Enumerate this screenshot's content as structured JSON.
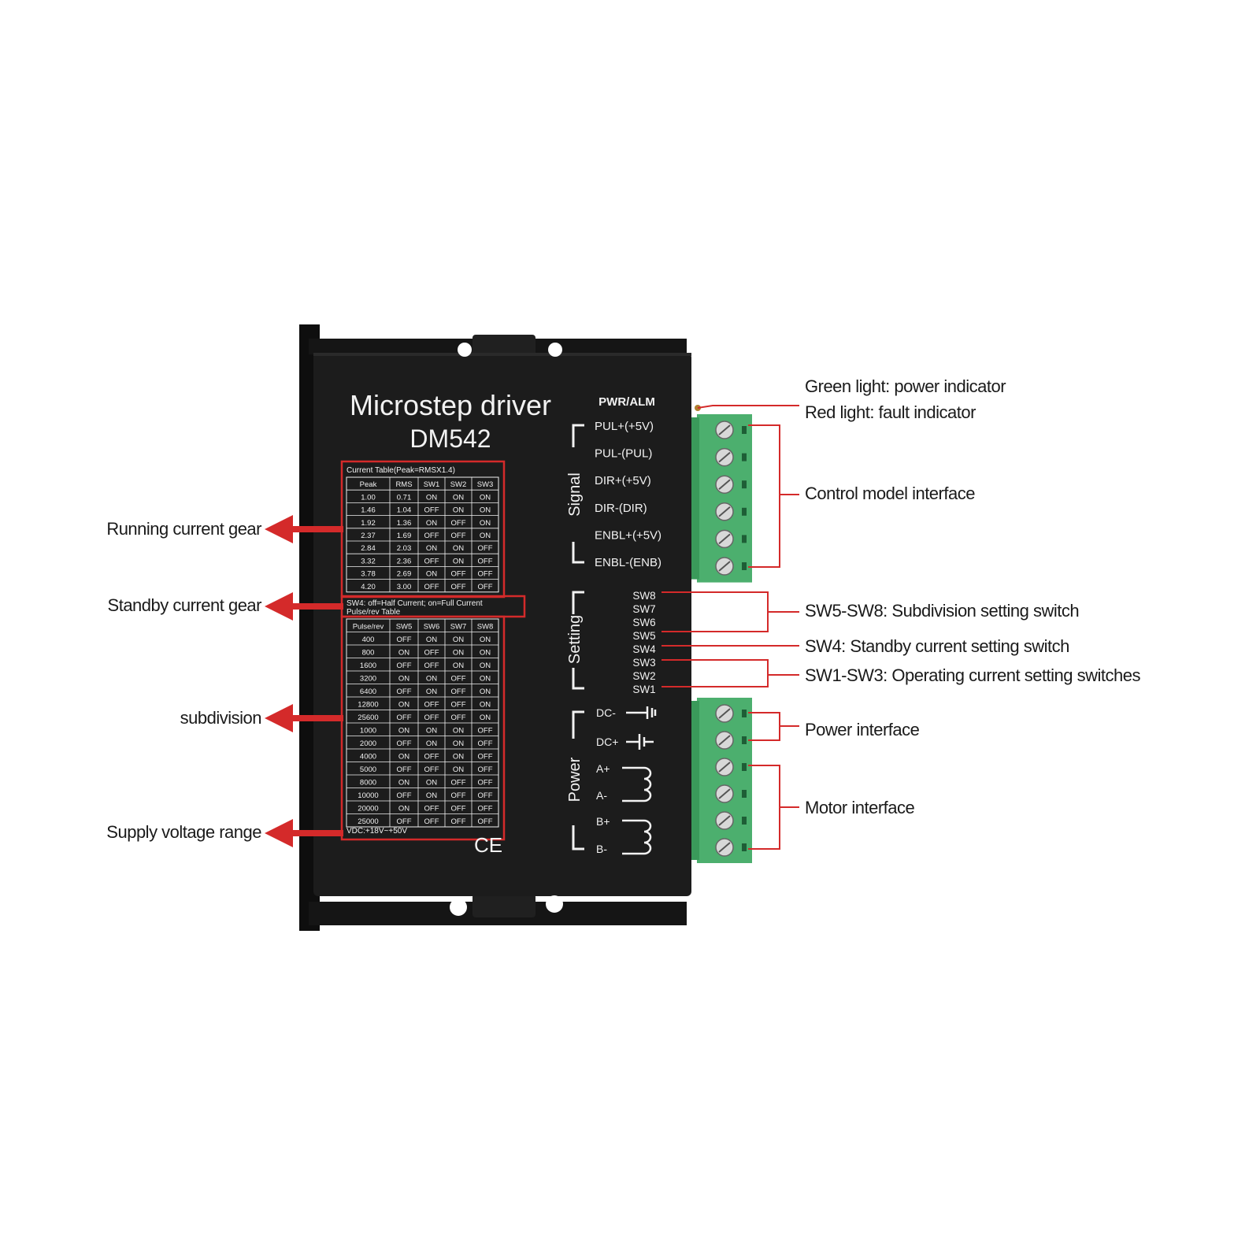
{
  "device": {
    "title": "Microstep driver",
    "model": "DM542",
    "ce_mark": "CE",
    "pwr_alm": "PWR/ALM"
  },
  "current_table": {
    "caption": "Current Table(Peak=RMSX1.4)",
    "headers": [
      "Peak",
      "RMS",
      "SW1",
      "SW2",
      "SW3"
    ],
    "rows": [
      [
        "1.00",
        "0.71",
        "ON",
        "ON",
        "ON"
      ],
      [
        "1.46",
        "1.04",
        "OFF",
        "ON",
        "ON"
      ],
      [
        "1.92",
        "1.36",
        "ON",
        "OFF",
        "ON"
      ],
      [
        "2.37",
        "1.69",
        "OFF",
        "OFF",
        "ON"
      ],
      [
        "2.84",
        "2.03",
        "ON",
        "ON",
        "OFF"
      ],
      [
        "3.32",
        "2.36",
        "OFF",
        "ON",
        "OFF"
      ],
      [
        "3.78",
        "2.69",
        "ON",
        "OFF",
        "OFF"
      ],
      [
        "4.20",
        "3.00",
        "OFF",
        "OFF",
        "OFF"
      ]
    ]
  },
  "sw4_note": "SW4: off=Half Current; on=Full Current",
  "pulse_table": {
    "caption": "Pulse/rev Table",
    "headers": [
      "Pulse/rev",
      "SW5",
      "SW6",
      "SW7",
      "SW8"
    ],
    "rows": [
      [
        "400",
        "OFF",
        "ON",
        "ON",
        "ON"
      ],
      [
        "800",
        "ON",
        "OFF",
        "ON",
        "ON"
      ],
      [
        "1600",
        "OFF",
        "OFF",
        "ON",
        "ON"
      ],
      [
        "3200",
        "ON",
        "ON",
        "OFF",
        "ON"
      ],
      [
        "6400",
        "OFF",
        "ON",
        "OFF",
        "ON"
      ],
      [
        "12800",
        "ON",
        "OFF",
        "OFF",
        "ON"
      ],
      [
        "25600",
        "OFF",
        "OFF",
        "OFF",
        "ON"
      ],
      [
        "1000",
        "ON",
        "ON",
        "ON",
        "OFF"
      ],
      [
        "2000",
        "OFF",
        "ON",
        "ON",
        "OFF"
      ],
      [
        "4000",
        "ON",
        "OFF",
        "ON",
        "OFF"
      ],
      [
        "5000",
        "OFF",
        "OFF",
        "ON",
        "OFF"
      ],
      [
        "8000",
        "ON",
        "ON",
        "OFF",
        "OFF"
      ],
      [
        "10000",
        "OFF",
        "ON",
        "OFF",
        "OFF"
      ],
      [
        "20000",
        "ON",
        "OFF",
        "OFF",
        "OFF"
      ],
      [
        "25000",
        "OFF",
        "OFF",
        "OFF",
        "OFF"
      ]
    ]
  },
  "vdc_note": "VDC:+18V~+50V",
  "groups": {
    "signal": "Signal",
    "setting": "Setting",
    "power": "Power"
  },
  "signal_pins": [
    "PUL+(+5V)",
    "PUL-(PUL)",
    "DIR+(+5V)",
    "DIR-(DIR)",
    "ENBL+(+5V)",
    "ENBL-(ENB)"
  ],
  "switches": [
    "SW8",
    "SW7",
    "SW6",
    "SW5",
    "SW4",
    "SW3",
    "SW2",
    "SW1"
  ],
  "power_pins": [
    "DC-",
    "DC+",
    "A+",
    "A-",
    "B+",
    "B-"
  ],
  "callouts_left": {
    "running_current": "Running current gear",
    "standby_current": "Standby current gear",
    "subdivision": "subdivision",
    "supply_voltage": "Supply voltage range"
  },
  "callouts_right": {
    "green_light": "Green light: power indicator",
    "red_light": "Red light: fault indicator",
    "control_interface": "Control model interface",
    "sw5_sw8": "SW5-SW8: Subdivision setting switch",
    "sw4": "SW4: Standby current setting switch",
    "sw1_sw3": "SW1-SW3: Operating current setting switches",
    "power_interface": "Power interface",
    "motor_interface": "Motor interface"
  },
  "colors": {
    "body": "#1c1c1c",
    "heatsink": "#111111",
    "terminal_green": "#4caf6e",
    "callout_red": "#d42a2a",
    "panel_text": "#f2f2f2"
  }
}
